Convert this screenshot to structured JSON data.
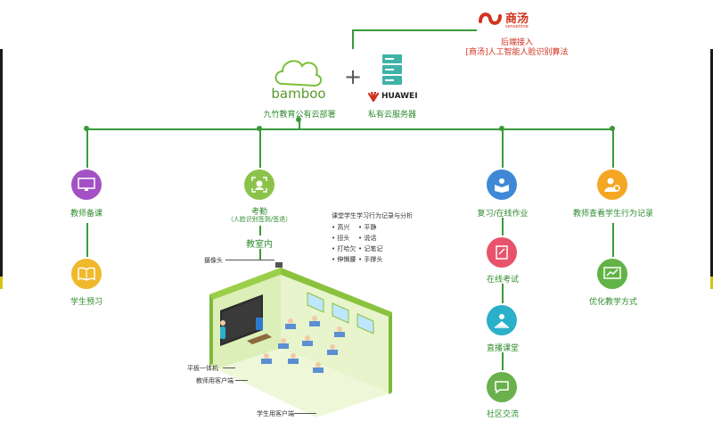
{
  "sensetime": {
    "logo_cn": "商汤",
    "logo_en": "sensetime",
    "line1": "后端接入",
    "line2": "[商汤]人工智能人脸识别算法"
  },
  "bamboo": {
    "logo": "bamboo",
    "caption": "九竹教育公有云部署"
  },
  "plus": "+",
  "huawei": {
    "logo": "HUAWEI",
    "caption": "私有云服务器"
  },
  "branches": {
    "teacher_prep": "教师备课",
    "student_preview": "学生预习",
    "attendance_title": "考勤",
    "attendance_sub": "（人脸识别签到/签退）",
    "classroom": "教室内",
    "review": "复习/在线作业",
    "online_exam": "在线考试",
    "live_class": "直播课堂",
    "community": "社区交流",
    "teacher_view": "教师查看学生行为记录",
    "optimize": "优化教学方式"
  },
  "analysis": {
    "title": "课堂学生学习行为记录与分析",
    "items": [
      "高兴",
      "平静",
      "扭头",
      "说话",
      "打哈欠",
      "记笔记",
      "伸懒腰",
      "手撑头"
    ]
  },
  "classroom_labels": {
    "camera": "摄像头",
    "tablet": "平板一体机",
    "teacher_client": "教师用客户端",
    "student_client": "学生用客户端"
  },
  "colors": {
    "green": "#3a9a3a",
    "teacher_prep": "#a451c4",
    "student_preview": "#f0b82c",
    "attendance": "#8bc34a",
    "review": "#3f88d6",
    "online_exam": "#e8536b",
    "live_class": "#2bb0c9",
    "community": "#6ab04c",
    "teacher_view": "#f5a623",
    "optimize": "#62b346"
  }
}
